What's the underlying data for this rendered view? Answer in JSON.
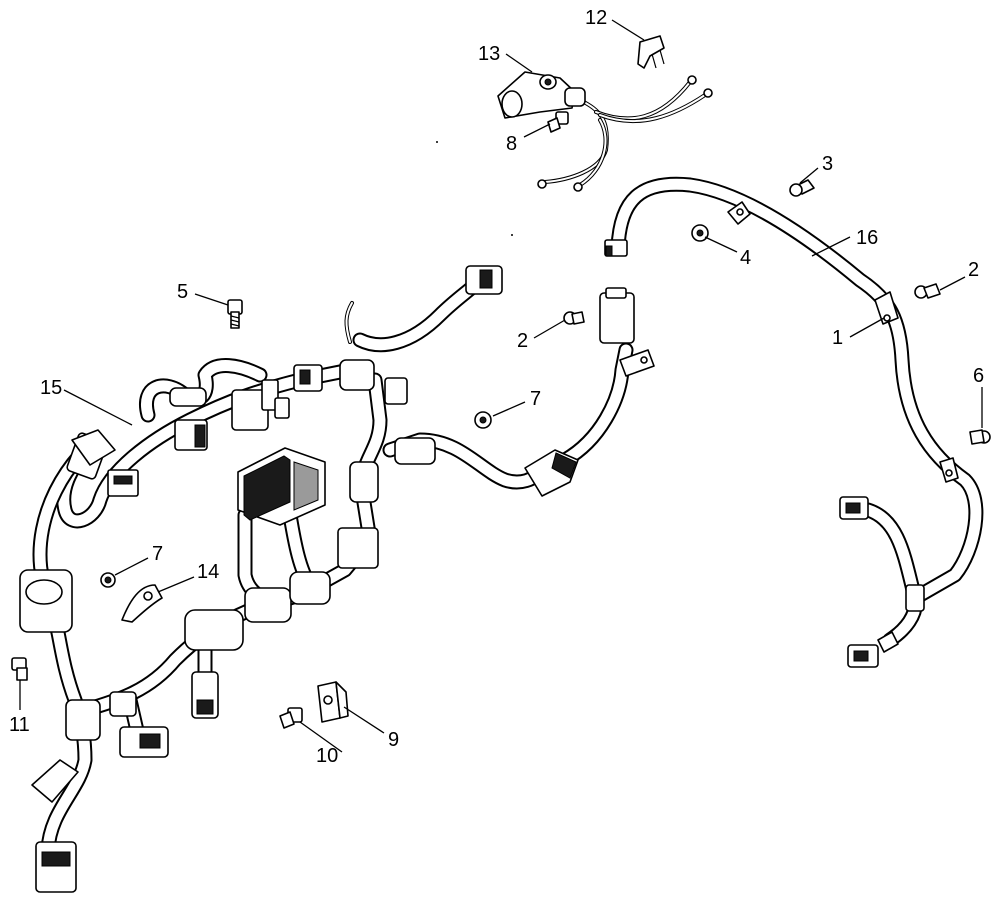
{
  "callouts": [
    {
      "id": "c1",
      "label": "1"
    },
    {
      "id": "c2a",
      "label": "2"
    },
    {
      "id": "c2b",
      "label": "2"
    },
    {
      "id": "c3",
      "label": "3"
    },
    {
      "id": "c4",
      "label": "4"
    },
    {
      "id": "c5",
      "label": "5"
    },
    {
      "id": "c6",
      "label": "6"
    },
    {
      "id": "c7a",
      "label": "7"
    },
    {
      "id": "c7b",
      "label": "7"
    },
    {
      "id": "c8",
      "label": "8"
    },
    {
      "id": "c9",
      "label": "9"
    },
    {
      "id": "c10",
      "label": "10"
    },
    {
      "id": "c11",
      "label": "11"
    },
    {
      "id": "c12",
      "label": "12"
    },
    {
      "id": "c13",
      "label": "13"
    },
    {
      "id": "c14",
      "label": "14"
    },
    {
      "id": "c15",
      "label": "15"
    },
    {
      "id": "c16",
      "label": "16"
    }
  ]
}
